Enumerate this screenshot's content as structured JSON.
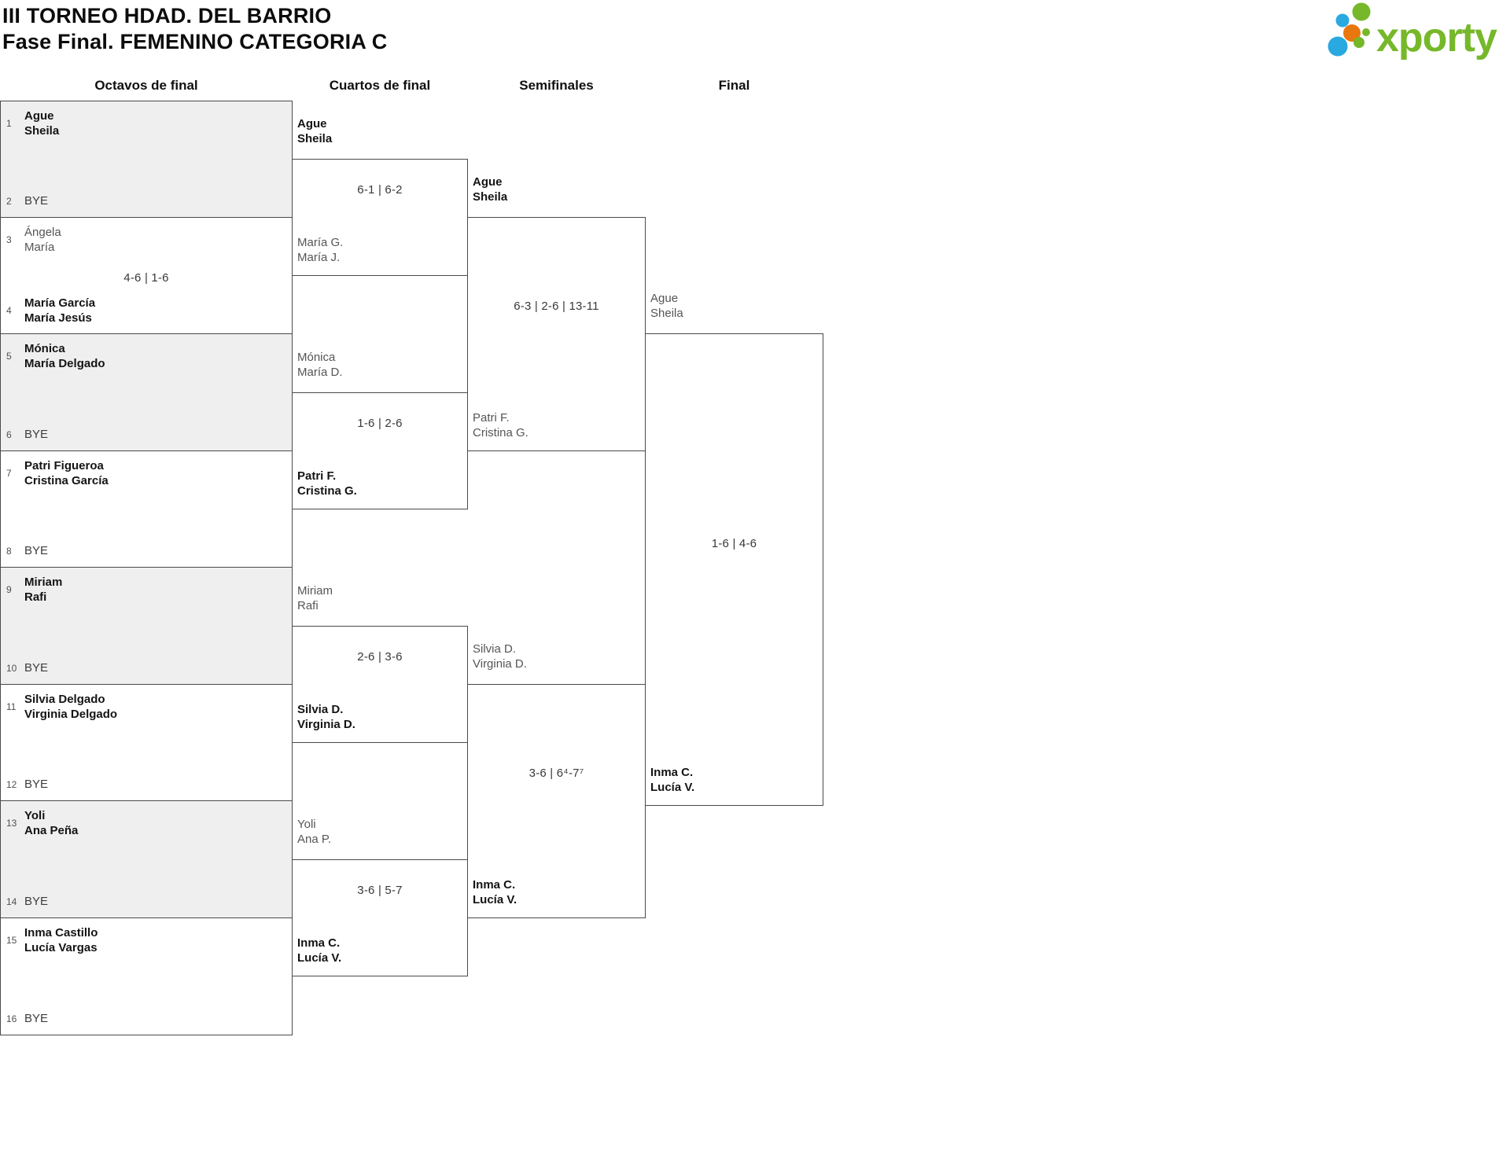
{
  "title": {
    "line1": "III TORNEO HDAD. DEL BARRIO",
    "line2": "Fase Final. FEMENINO CATEGORIA C"
  },
  "logo": {
    "text": "xporty"
  },
  "colors": {
    "brand_green": "#76b82a",
    "brand_blue": "#29a9e0",
    "brand_orange": "#e87710",
    "box_fill_alt": "#efefef",
    "line": "#4a4a4a"
  },
  "rounds": {
    "r16_label": "Octavos de final",
    "qf_label": "Cuartos de final",
    "sf_label": "Semifinales",
    "final_label": "Final"
  },
  "r16": [
    {
      "seed1": "1",
      "t1l1": "Ague",
      "t1l2": "Sheila",
      "seed2": "2",
      "t2l1": "BYE",
      "t2l2": "",
      "score": ""
    },
    {
      "seed1": "3",
      "t1l1": "Ángela",
      "t1l2": "María",
      "seed2": "4",
      "t2l1": "María García",
      "t2l2": "María Jesús",
      "score": "4-6 | 1-6"
    },
    {
      "seed1": "5",
      "t1l1": "Mónica",
      "t1l2": "María Delgado",
      "seed2": "6",
      "t2l1": "BYE",
      "t2l2": "",
      "score": ""
    },
    {
      "seed1": "7",
      "t1l1": "Patri Figueroa",
      "t1l2": "Cristina García",
      "seed2": "8",
      "t2l1": "BYE",
      "t2l2": "",
      "score": ""
    },
    {
      "seed1": "9",
      "t1l1": "Miriam",
      "t1l2": "Rafi",
      "seed2": "10",
      "t2l1": "BYE",
      "t2l2": "",
      "score": ""
    },
    {
      "seed1": "11",
      "t1l1": "Silvia Delgado",
      "t1l2": "Virginia Delgado",
      "seed2": "12",
      "t2l1": "BYE",
      "t2l2": "",
      "score": ""
    },
    {
      "seed1": "13",
      "t1l1": "Yoli",
      "t1l2": "Ana Peña",
      "seed2": "14",
      "t2l1": "BYE",
      "t2l2": "",
      "score": ""
    },
    {
      "seed1": "15",
      "t1l1": "Inma Castillo",
      "t1l2": "Lucía Vargas",
      "seed2": "16",
      "t2l1": "BYE",
      "t2l2": "",
      "score": ""
    }
  ],
  "qf": [
    {
      "t1l1": "Ague",
      "t1l2": "Sheila",
      "t2l1": "María G.",
      "t2l2": "María J.",
      "score": "6-1 | 6-2"
    },
    {
      "t1l1": "Mónica",
      "t1l2": "María D.",
      "t2l1": "Patri F.",
      "t2l2": "Cristina G.",
      "score": "1-6 | 2-6"
    },
    {
      "t1l1": "Miriam",
      "t1l2": "Rafi",
      "t2l1": "Silvia D.",
      "t2l2": "Virginia D.",
      "score": "2-6 | 3-6"
    },
    {
      "t1l1": "Yoli",
      "t1l2": "Ana P.",
      "t2l1": "Inma C.",
      "t2l2": "Lucía V.",
      "score": "3-6 | 5-7"
    }
  ],
  "sf": [
    {
      "t1l1": "Ague",
      "t1l2": "Sheila",
      "t2l1": "Patri F.",
      "t2l2": "Cristina G.",
      "score": "6-3 | 2-6 | 13-11"
    },
    {
      "t1l1": "Silvia D.",
      "t1l2": "Virginia D.",
      "t2l1": "Inma C.",
      "t2l2": "Lucía V.",
      "score": "3-6 | 6⁴-7⁷"
    }
  ],
  "final": {
    "t1l1": "Ague",
    "t1l2": "Sheila",
    "t2l1": "Inma C.",
    "t2l2": "Lucía V.",
    "score": "1-6 | 4-6"
  }
}
